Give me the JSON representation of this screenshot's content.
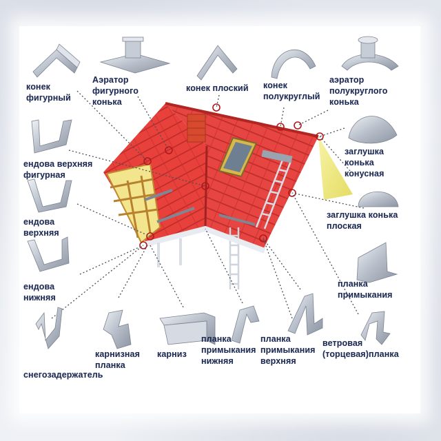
{
  "labels": {
    "konek_figurny": "конек\nфигурный",
    "aerator_figurnogo": "Аэратор\nфигурного\nконька",
    "konek_ploskiy": "конек плоский",
    "konek_polukrugly": "конек\nполукруглый",
    "aerator_polukruglogo": "аэратор\nполукруглого\nконька",
    "endova_verkhnyaya_figurnaya": "ендова верхняя\nфигурная",
    "zaglushka_konusnaya": "заглушка\nконька\nконусная",
    "endova_verkhnyaya": "ендова\nверхняя",
    "zaglushka_ploskaya": "заглушка конька\nплоская",
    "endova_nizhnyaya": "ендова\nнижняя",
    "planka_primykaniya": "планка\nпримыкания",
    "karniznaya_planka": "карнизная\nпланка",
    "karniz": "карниз",
    "planka_nizhnyaya": "планка\nпримыкания\nнижняя",
    "planka_verkhnyaya": "планка\nпримыкания\nверхняя",
    "vetrovaya_planka": "ветровая\n(торцевая)планка",
    "snegozaderzhatel": "снегозадержатель"
  },
  "colors": {
    "roof": "#e8413c",
    "roof_dark": "#c62e2b",
    "gable": "#f1ec86",
    "metal": "#b9c0cb",
    "label": "#1c2a52"
  }
}
